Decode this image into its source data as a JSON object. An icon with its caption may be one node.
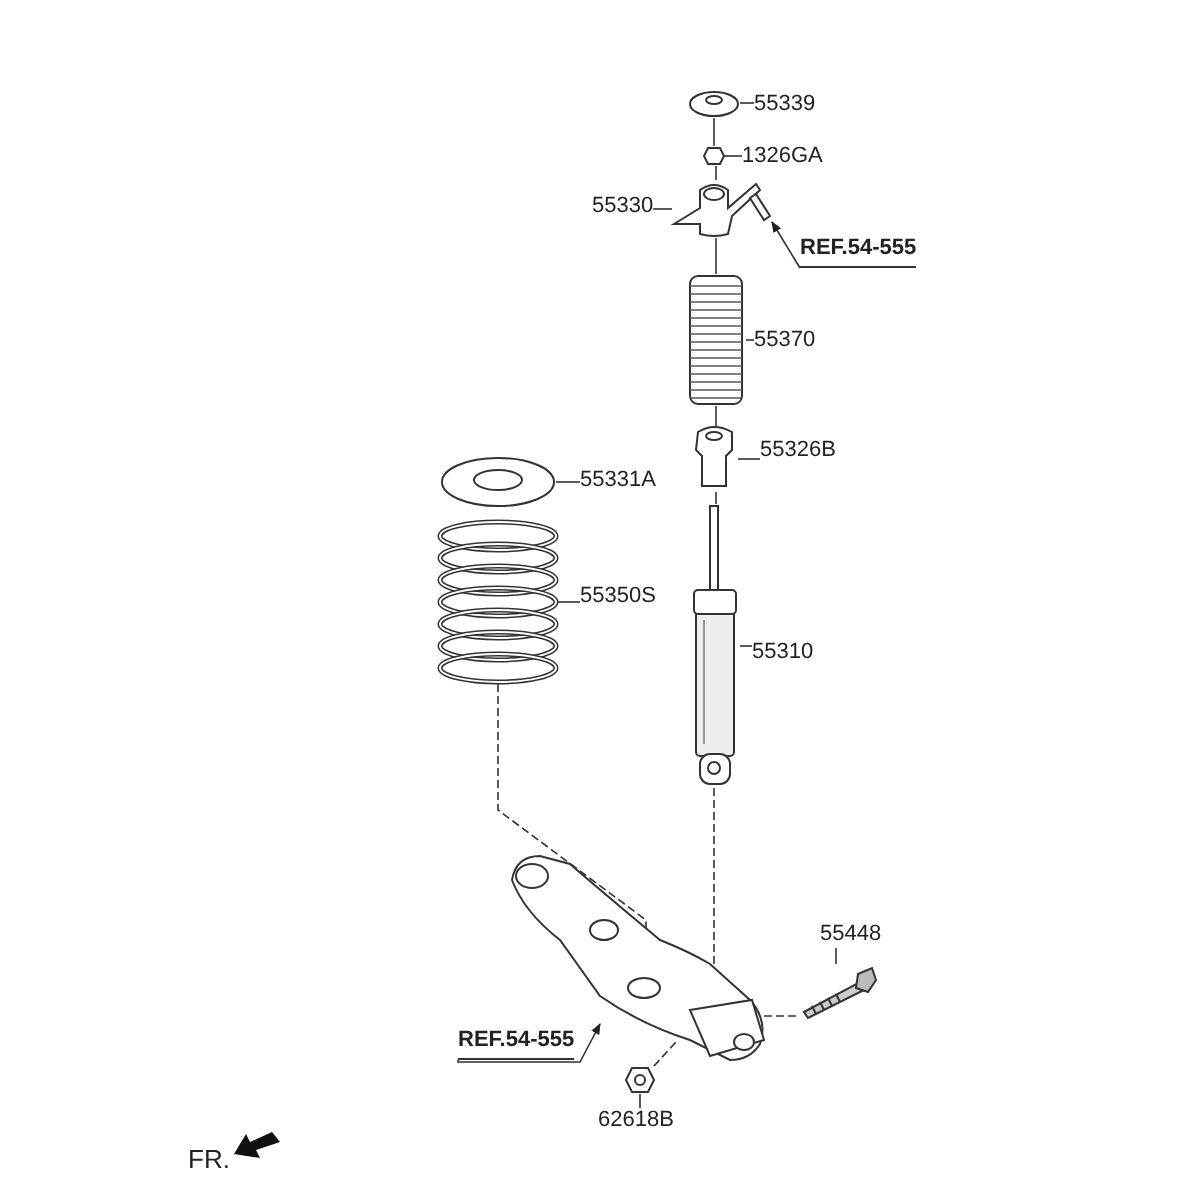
{
  "diagram": {
    "nodes": [
      {
        "text": [
          "55339"
        ]
      },
      {
        "text": [],
        "shape": "picture"
      },
      {
        "text": [
          "1326GA"
        ]
      },
      {
        "text": [],
        "shape": "picture"
      },
      {
        "text": [
          "55330"
        ]
      },
      {
        "text": [],
        "shape": "picture"
      },
      {
        "text": [
          "REF.54-555"
        ]
      },
      {
        "text": [],
        "shape": "picture"
      },
      {
        "text": [
          "55370"
        ]
      },
      {
        "text": [],
        "shape": "picture"
      },
      {
        "text": [
          "55326B"
        ]
      },
      {
        "text": [],
        "shape": "picture"
      },
      {
        "text": [
          "55331A"
        ]
      },
      {
        "text": [],
        "shape": "picture"
      },
      {
        "text": [
          "55350S"
        ]
      },
      {
        "text": [],
        "shape": "picture"
      },
      {
        "text": [
          "55310"
        ]
      },
      {
        "text": [],
        "shape": "picture"
      },
      {
        "text": [
          "55448"
        ]
      },
      {
        "text": [],
        "shape": "picture"
      },
      {
        "text": [
          "REF.54-555"
        ]
      },
      {
        "text": [],
        "shape": "picture"
      },
      {
        "text": [
          "62618B"
        ]
      },
      {
        "text": [],
        "shape": "picture"
      }
    ],
    "edges": [
      {
        "from": 0,
        "to": 1,
        "arrow": "none"
      },
      {
        "from": 2,
        "to": 3,
        "arrow": "none"
      },
      {
        "from": 4,
        "to": 5,
        "arrow": "none"
      },
      {
        "from": 6,
        "to": 7,
        "arrow": "to"
      },
      {
        "from": 8,
        "to": 9,
        "arrow": "none"
      },
      {
        "from": 10,
        "to": 11,
        "arrow": "none"
      },
      {
        "from": 12,
        "to": 13,
        "arrow": "none"
      },
      {
        "from": 14,
        "to": 15,
        "arrow": "none"
      },
      {
        "from": 16,
        "to": 17,
        "arrow": "none"
      },
      {
        "from": 18,
        "to": 19,
        "arrow": "none"
      },
      {
        "from": 20,
        "to": 21,
        "arrow": "to"
      },
      {
        "from": 22,
        "to": 23,
        "arrow": "none"
      },
      {
        "from": 1,
        "to": 3,
        "arrow": "none"
      },
      {
        "from": 3,
        "to": 5,
        "arrow": "none"
      },
      {
        "from": 5,
        "to": 9,
        "arrow": "none"
      },
      {
        "from": 9,
        "to": 11,
        "arrow": "none"
      },
      {
        "from": 11,
        "to": 17,
        "arrow": "none"
      },
      {
        "from": 15,
        "to": 21,
        "arrow": "none",
        "style": "dashed"
      },
      {
        "from": 17,
        "to": 21,
        "arrow": "none",
        "style": "dashed"
      },
      {
        "from": 19,
        "to": 21,
        "arrow": "none",
        "style": "dashed"
      },
      {
        "from": 23,
        "to": 21,
        "arrow": "none",
        "style": "dashed"
      }
    ],
    "labels": [
      "FR."
    ]
  }
}
